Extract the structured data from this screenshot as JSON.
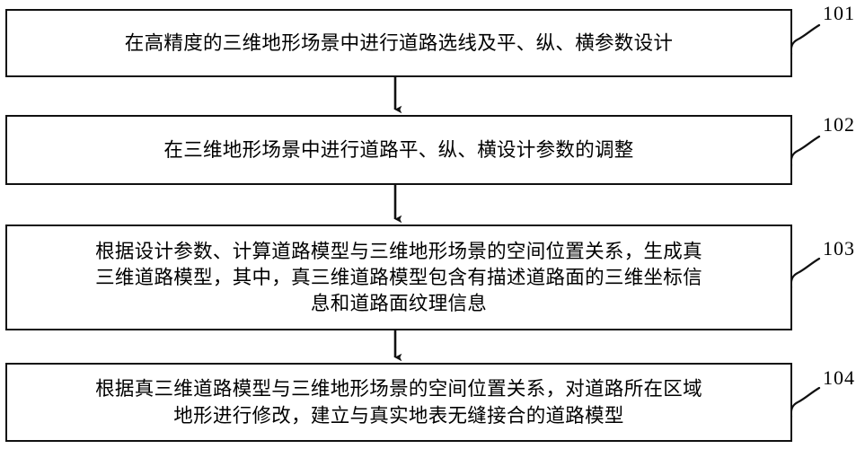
{
  "diagram": {
    "type": "patent-flowchart",
    "orientation": "vertical",
    "line_color": "#111111",
    "background_color": "#ffffff",
    "text_color": "#000000",
    "steps": [
      {
        "ref": "101",
        "text": "在高精度的三维地形场景中进行道路选线及平、纵、横参数设计"
      },
      {
        "ref": "102",
        "text": "在三维地形场景中进行道路平、纵、横设计参数的调整"
      },
      {
        "ref": "103",
        "text": "根据设计参数、计算道路模型与三维地形场景的空间位置关系，生成真\n三维道路模型，其中，真三维道路模型包含有描述道路面的三维坐标信\n息和道路面纹理信息"
      },
      {
        "ref": "104",
        "text": "根据真三维道路模型与三维地形场景的空间位置关系，对道路所在区域\n地形进行修改，建立与真实地表无缝接合的道路模型"
      }
    ],
    "connectors": [
      {
        "name": "arrow-101-to-102",
        "glyph": "down-arrow"
      },
      {
        "name": "arrow-102-to-103",
        "glyph": "down-arrow"
      },
      {
        "name": "arrow-103-to-104",
        "glyph": "down-arrow"
      }
    ]
  }
}
